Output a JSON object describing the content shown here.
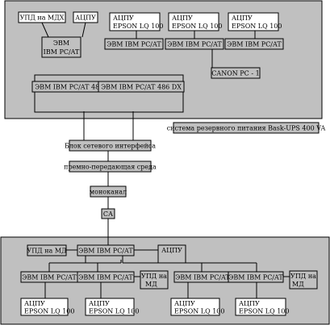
{
  "top": {
    "upd_mdx": "УПД на МДХ",
    "acpu": "АЦПУ",
    "evm_left": [
      "ЭВМ",
      "IBM PC/AT"
    ],
    "printer_1": [
      "АЦПУ",
      "EPSON LQ 100"
    ],
    "printer_2": [
      "АЦПУ",
      "EPSON LQ 100"
    ],
    "printer_3": [
      "АЦПУ",
      "EPSON LQ 100"
    ],
    "pc_1": "ЭВМ IBM PC/AT",
    "pc_2": "ЭВМ IBM PC/AT",
    "pc_3": "ЭВМ IBM PC/AT",
    "canon": "CANON PC - 1",
    "server_1": "ЭВМ IBM PC/AT 486 DX",
    "server_2": "ЭВМ IBM PC/AT 486 DX"
  },
  "middle": {
    "ups": "система резервного питания Bask-UPS 400 VA",
    "net_interface": "Блок сетевого интерфейса",
    "medium": "премно-передающая среда",
    "monochannel": "моноканал",
    "ca": "СА"
  },
  "bottom": {
    "upd_md": "УПД на МД",
    "evm_main": "ЭВМ IBM PC/AT",
    "acpu": "АЦПУ",
    "pc_1": "ЭВМ IBM PC/AT",
    "pc_2": "ЭВМ IBM PC/AT",
    "upd_md_2": [
      "УПД на",
      "МД"
    ],
    "pc_3": "ЭВМ IBM PC/AT",
    "pc_4": "ЭВМ IBM PC/AT",
    "upd_md_3": [
      "УПД на",
      "МД"
    ],
    "printer_1": [
      "АЦПУ",
      "EPSON LQ 100"
    ],
    "printer_2": [
      "АЦПУ",
      "EPSON LQ 100"
    ],
    "printer_3": [
      "АЦПУ",
      "EPSON LQ 100"
    ],
    "printer_4": [
      "АЦПУ",
      "EPSON LQ 100"
    ]
  }
}
